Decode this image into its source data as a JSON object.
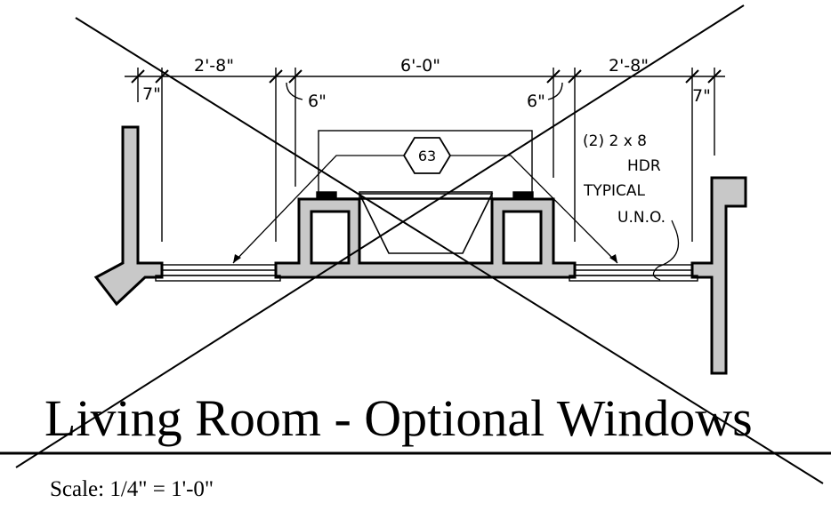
{
  "title": "Living Room - Optional Windows",
  "scale": "Scale:  1/4\" = 1'-0\"",
  "dimensions": {
    "left_offset": "7\"",
    "left_window": "2'-8\"",
    "center": "6'-0\"",
    "left_jog": "6\"",
    "right_jog": "6\"",
    "right_window": "2'-8\"",
    "right_offset": "7\""
  },
  "tag_number": "63",
  "header_note": {
    "line1": "(2) 2 x 8",
    "line2": "HDR",
    "line3": "TYPICAL",
    "line4": "U.N.O."
  },
  "colors": {
    "ink": "#000000",
    "wall_fill": "#c8c8c8",
    "paper": "#ffffff"
  }
}
